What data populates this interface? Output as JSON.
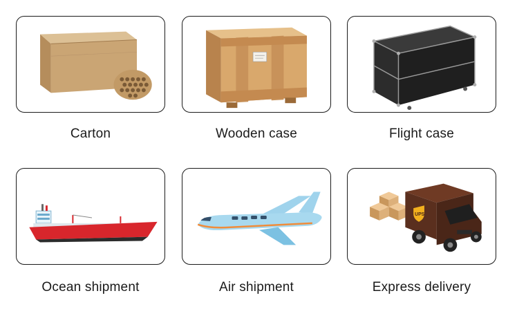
{
  "options": [
    {
      "label": "Carton",
      "icon": "carton-box-icon"
    },
    {
      "label": "Wooden case",
      "icon": "wooden-crate-icon"
    },
    {
      "label": "Flight case",
      "icon": "flight-case-icon"
    },
    {
      "label": "Ocean shipment",
      "icon": "cargo-ship-icon"
    },
    {
      "label": "Air shipment",
      "icon": "airplane-icon"
    },
    {
      "label": "Express delivery",
      "icon": "delivery-truck-icon"
    }
  ],
  "truck_logo": "UPS",
  "colors": {
    "carton": "#c9a675",
    "wood": "#d9a86c",
    "ship_hull": "#d8262c",
    "plane": "#9fd3ec",
    "truck": "#5a2f1e"
  }
}
